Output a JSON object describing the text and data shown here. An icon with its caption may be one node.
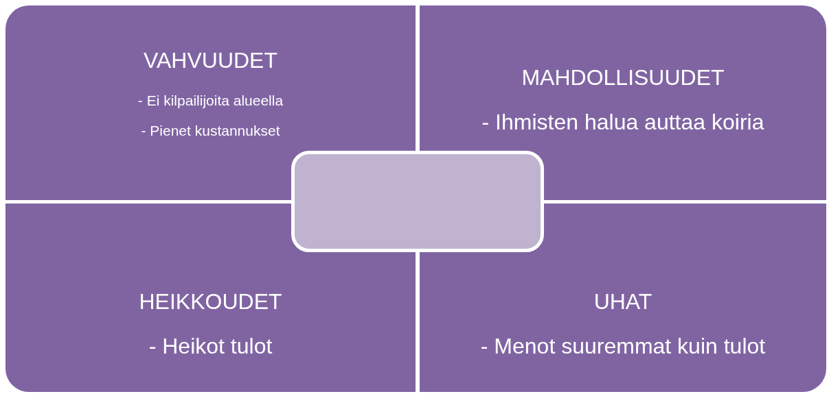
{
  "diagram": {
    "nodes": [
      {
        "text": [
          "VAHVUUDET",
          "- Ei kilpailijoita alueella",
          "- Pienet kustannukset"
        ]
      },
      {
        "text": [
          "MAHDOLLISUUDET",
          "- Ihmisten halua auttaa koiria"
        ]
      },
      {
        "text": [
          "HEIKKOUDET",
          "- Heikot tulot"
        ]
      },
      {
        "text": [
          "UHAT",
          "- Menot suuremmat kuin tulot"
        ]
      },
      {
        "text": [],
        "shape": "box"
      }
    ]
  }
}
